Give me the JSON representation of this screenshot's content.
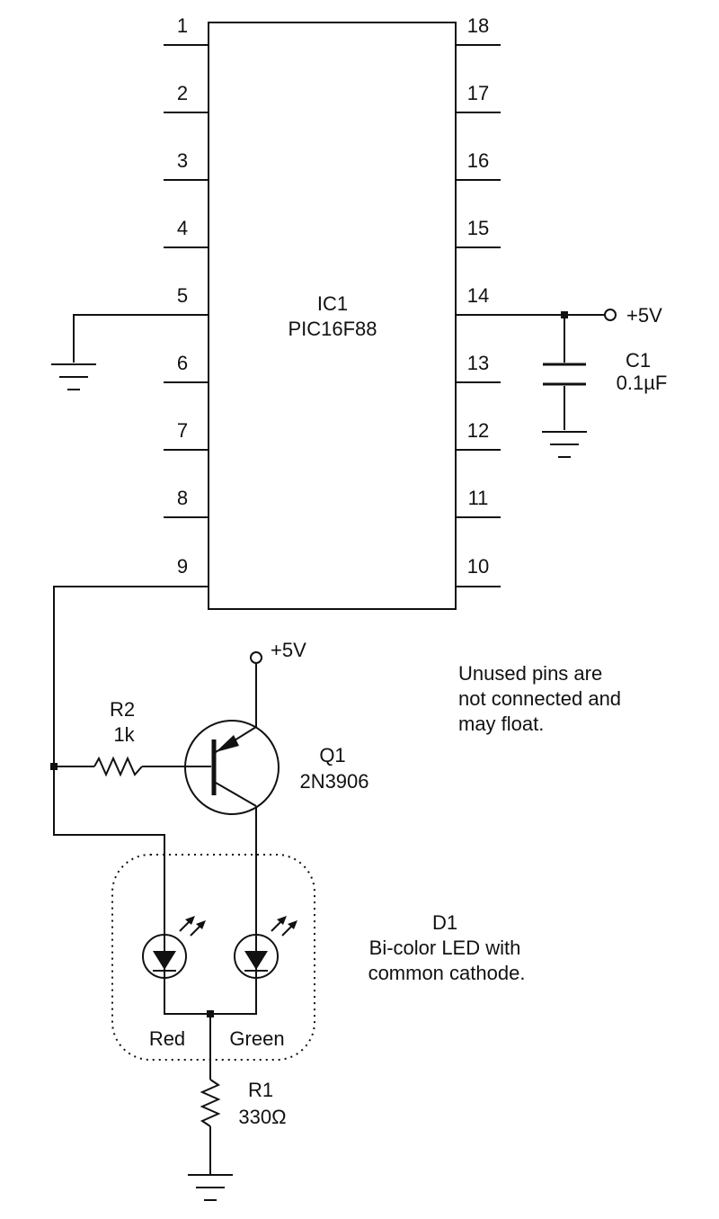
{
  "ic1": {
    "ref": "IC1",
    "part": "PIC16F88",
    "left_pins": [
      "1",
      "2",
      "3",
      "4",
      "5",
      "6",
      "7",
      "8",
      "9"
    ],
    "right_pins": [
      "18",
      "17",
      "16",
      "15",
      "14",
      "13",
      "12",
      "11",
      "10"
    ]
  },
  "c1": {
    "ref": "C1",
    "value": "0.1µF"
  },
  "vcc_top": {
    "label": "+5V"
  },
  "vcc_q1": {
    "label": "+5V"
  },
  "r2": {
    "ref": "R2",
    "value": "1k"
  },
  "q1": {
    "ref": "Q1",
    "part": "2N3906"
  },
  "d1": {
    "ref": "D1",
    "desc_line1": "Bi-color LED with",
    "desc_line2": "common cathode.",
    "led_red_label": "Red",
    "led_green_label": "Green"
  },
  "r1": {
    "ref": "R1",
    "value": "330Ω"
  },
  "note": {
    "line1": "Unused pins are",
    "line2": "not connected and",
    "line3": "may float."
  }
}
